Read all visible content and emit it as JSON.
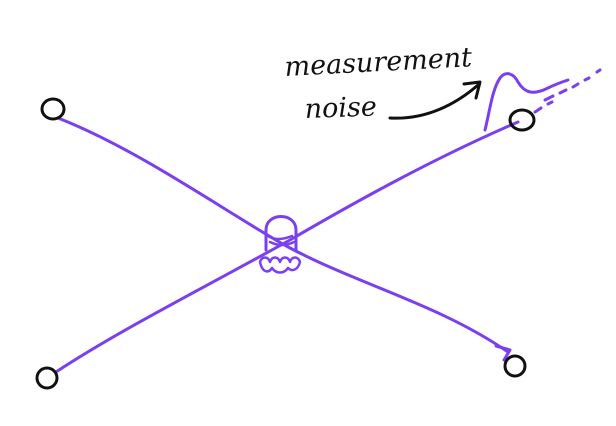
{
  "annotation": {
    "line1": "measurement",
    "line2": "noise"
  },
  "colors": {
    "background": "#ffffff",
    "ink": "#111111",
    "stroke": "#7a3ff0"
  },
  "elements": {
    "nodes": [
      "top-left-node",
      "top-right-node",
      "bottom-left-node",
      "bottom-right-node"
    ],
    "center": "robot-foot-icon"
  }
}
